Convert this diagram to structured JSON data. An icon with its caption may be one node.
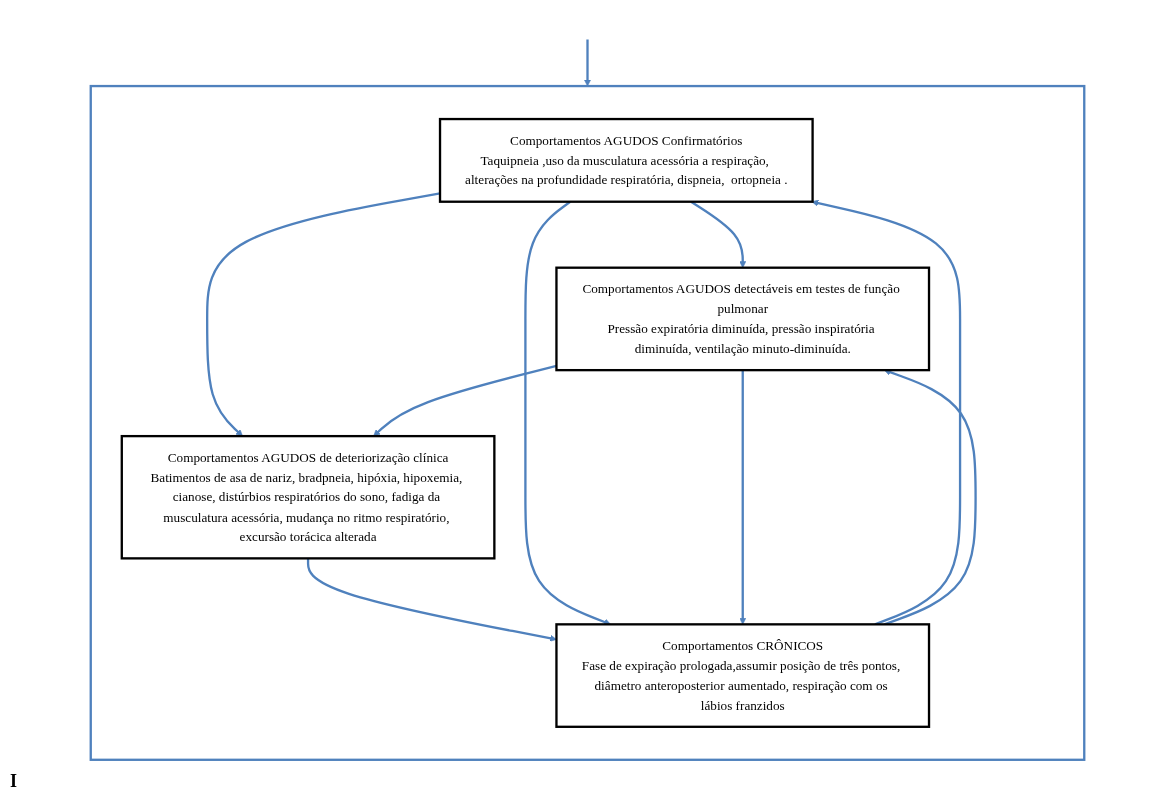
{
  "diagram": {
    "nodes": [
      {
        "text": [],
        "shape": "box"
      },
      {
        "text": [
          "Comportamentos AGUDOS Confirmatórios",
          "Taquipneia ,uso da musculatura acessória a respiração, alterações na profundidade respiratória, dispneia,  ortopneia ."
        ],
        "in": 0
      },
      {
        "text": [
          "Comportamentos AGUDOS detectáveis em testes de função pulmonar",
          "Pressão expiratória diminuída, pressão inspiratória diminuída, ventilação minuto-diminuída."
        ],
        "in": 0
      },
      {
        "text": [
          "Comportamentos AGUDOS de deteriorização clínica",
          "Batimentos de asa de nariz, bradpneia, hipóxia, hipoxemia, cianose, distúrbios respiratórios do sono, fadiga da musculatura acessória, mudança no ritmo respiratório, excursão torácica alterada"
        ],
        "in": 0
      },
      {
        "text": [
          "Comportamentos CRÔNICOS",
          "Fase de expiração prologada,assumir posição de três pontos, diâmetro anteroposterior aumentado, respiração com os lábios franzidos"
        ],
        "in": 0
      }
    ],
    "edges": [
      {
        "from": null,
        "to": 0,
        "arrow": "to"
      },
      {
        "from": 1,
        "to": 2,
        "arrow": "to"
      },
      {
        "from": 1,
        "to": 3,
        "arrow": "to"
      },
      {
        "from": 2,
        "to": 3,
        "arrow": "to"
      },
      {
        "from": 3,
        "to": 4,
        "arrow": "to"
      },
      {
        "from": 1,
        "to": 4,
        "arrow": "to"
      },
      {
        "from": 4,
        "to": 1,
        "arrow": "to"
      },
      {
        "from": 4,
        "to": 2,
        "arrow": "to"
      },
      {
        "from": 2,
        "to": 4,
        "arrow": "to"
      }
    ],
    "labels": [
      "I"
    ]
  }
}
